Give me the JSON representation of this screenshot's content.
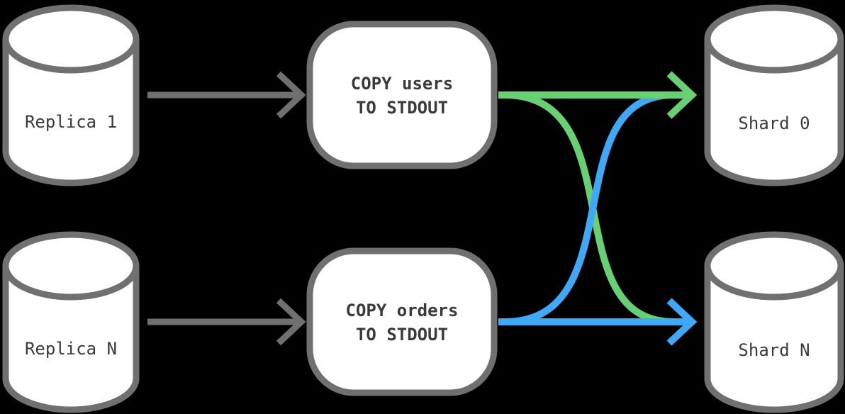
{
  "diagram": {
    "type": "flow-diagram",
    "background_color": "#000000",
    "palette": {
      "node_fill": "#ffffff",
      "node_stroke": "#707070",
      "text_color": "#3a3a3a",
      "gray_edge": "#707070",
      "green_edge": "#66d073",
      "blue_edge": "#3fa9f7"
    },
    "sources": [
      {
        "id": "replica-1",
        "label": "Replica 1"
      },
      {
        "id": "replica-n",
        "label": "Replica N"
      }
    ],
    "processes": [
      {
        "id": "copy-users",
        "line1": "COPY users",
        "line2": "TO STDOUT"
      },
      {
        "id": "copy-orders",
        "line1": "COPY orders",
        "line2": "TO STDOUT"
      }
    ],
    "targets": [
      {
        "id": "shard-0",
        "label": "Shard 0"
      },
      {
        "id": "shard-n",
        "label": "Shard N"
      }
    ],
    "edges": [
      {
        "from": "replica-1",
        "to": "copy-users",
        "color_key": "gray_edge",
        "style": "straight-arrow"
      },
      {
        "from": "replica-n",
        "to": "copy-orders",
        "color_key": "gray_edge",
        "style": "straight-arrow"
      },
      {
        "from": "copy-users",
        "to": "shard-0",
        "color_key": "green_edge",
        "style": "straight-arrow"
      },
      {
        "from": "copy-users",
        "to": "shard-n",
        "color_key": "green_edge",
        "style": "cross-curve"
      },
      {
        "from": "copy-orders",
        "to": "shard-n",
        "color_key": "blue_edge",
        "style": "straight-arrow"
      },
      {
        "from": "copy-orders",
        "to": "shard-0",
        "color_key": "blue_edge",
        "style": "cross-curve"
      }
    ]
  }
}
